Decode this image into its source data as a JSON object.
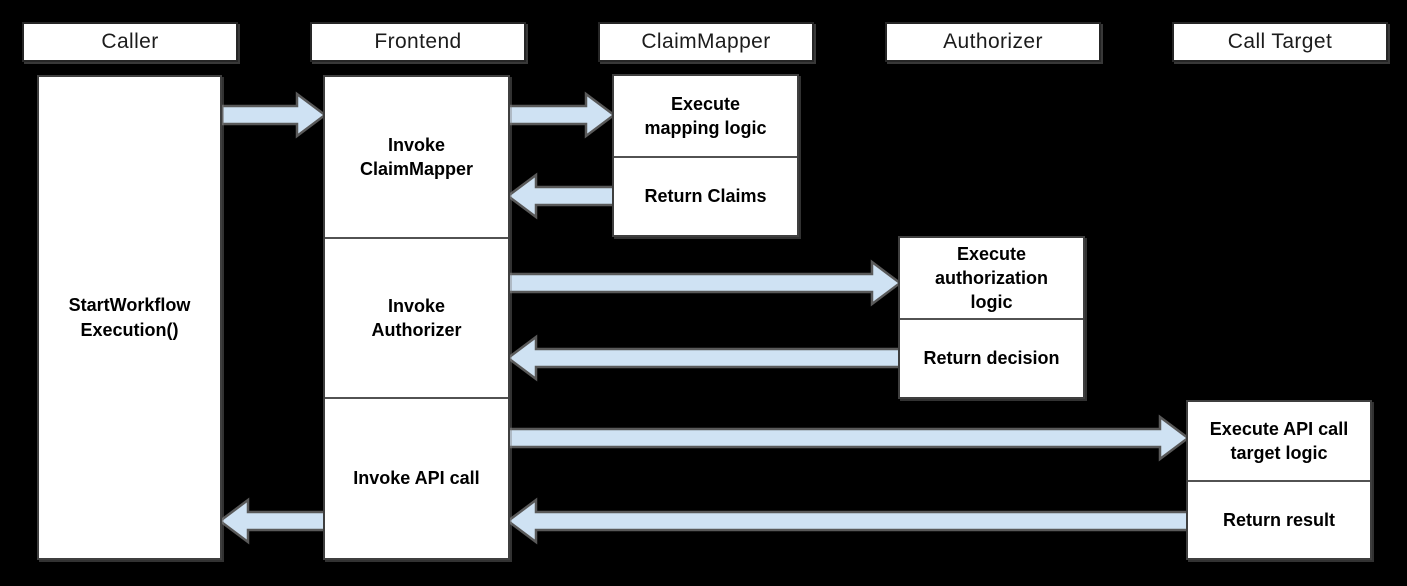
{
  "actors": [
    {
      "name": "Caller"
    },
    {
      "name": "Frontend"
    },
    {
      "name": "ClaimMapper"
    },
    {
      "name": "Authorizer"
    },
    {
      "name": "Call Target"
    }
  ],
  "activations": {
    "caller": [
      "StartWorkflow\nExecution()"
    ],
    "frontend": [
      "Invoke\nClaimMapper",
      "Invoke\nAuthorizer",
      "Invoke API call"
    ],
    "claimmapper": [
      "Execute\nmapping logic",
      "Return Claims"
    ],
    "authorizer": [
      "Execute\nauthorization\nlogic",
      "Return decision"
    ],
    "call_target": [
      "Execute API call\ntarget logic",
      "Return result"
    ]
  },
  "arrows": [
    {
      "from": "Caller",
      "to": "Frontend",
      "direction": "right"
    },
    {
      "from": "Frontend",
      "to": "ClaimMapper",
      "direction": "right"
    },
    {
      "from": "ClaimMapper",
      "to": "Frontend",
      "direction": "left"
    },
    {
      "from": "Frontend",
      "to": "Authorizer",
      "direction": "right"
    },
    {
      "from": "Authorizer",
      "to": "Frontend",
      "direction": "left"
    },
    {
      "from": "Frontend",
      "to": "Call Target",
      "direction": "right"
    },
    {
      "from": "Call Target",
      "to": "Frontend",
      "direction": "left"
    },
    {
      "from": "Frontend",
      "to": "Caller",
      "direction": "left"
    }
  ],
  "colors": {
    "background": "#000000",
    "box_fill": "#ffffff",
    "box_border": "#3f3f3f",
    "divider": "#525252",
    "arrow_fill": "#cfe2f3",
    "arrow_stroke": "#595959",
    "text": "#000000",
    "header_text": "#1c1c1c"
  }
}
